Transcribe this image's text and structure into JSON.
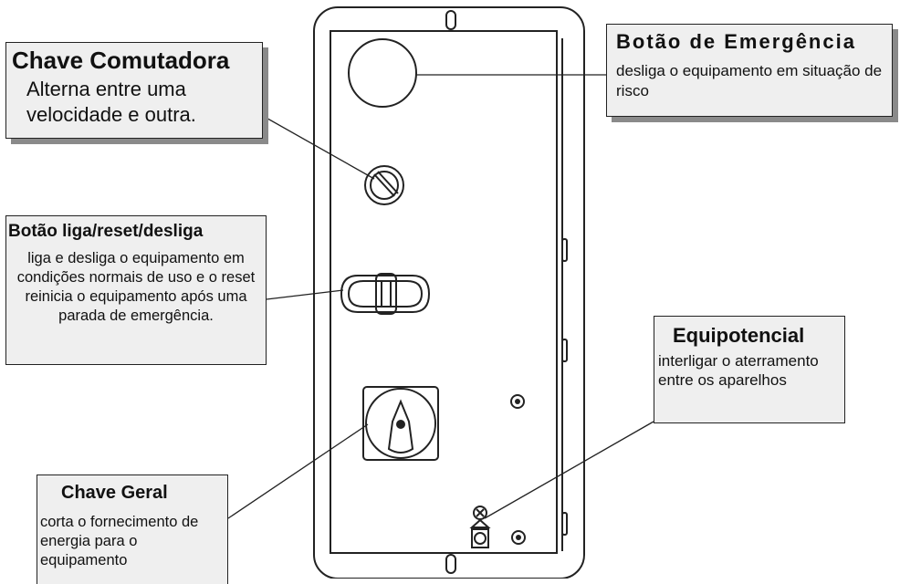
{
  "labels": {
    "emergencia": {
      "title": "Botão de Emergência",
      "desc": "desliga o equipamento em situação de risco"
    },
    "comutadora": {
      "title": "Chave Comutadora",
      "desc": "Alterna entre uma velocidade e outra."
    },
    "liga_reset": {
      "title": "Botão liga/reset/desliga",
      "desc": "liga e desliga o equipamento em condições normais de uso e o reset reinicia o equipamento após uma parada de emergência."
    },
    "equipotencial": {
      "title": "Equipotencial",
      "desc": "interligar o aterramento entre os aparelhos"
    },
    "chave_geral": {
      "title": "Chave Geral",
      "desc": "corta o fornecimento de energia para o equipamento"
    }
  },
  "colors": {
    "label_bg": "#efefef",
    "shadow": "#8a8a8a",
    "line": "#222222"
  }
}
